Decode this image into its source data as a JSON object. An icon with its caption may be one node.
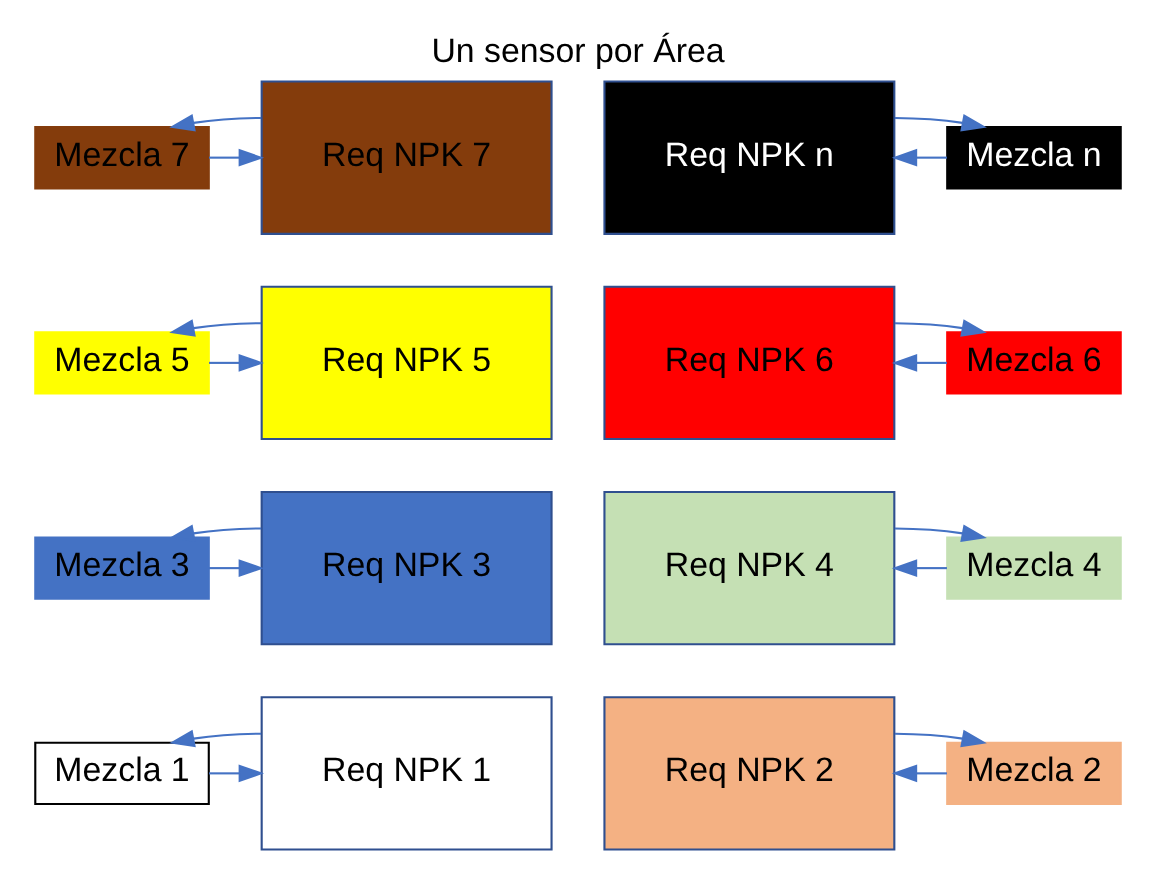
{
  "diagram": {
    "title": "Un sensor por Área",
    "nodes": [
      {
        "text": [
          "Mezcla 1"
        ]
      },
      {
        "text": [
          "Req NPK 1"
        ]
      },
      {
        "text": [
          "Req NPK 2"
        ]
      },
      {
        "text": [
          "Mezcla 2"
        ]
      },
      {
        "text": [
          "Mezcla 3"
        ]
      },
      {
        "text": [
          "Req NPK 3"
        ]
      },
      {
        "text": [
          "Req NPK 4"
        ]
      },
      {
        "text": [
          "Mezcla 4"
        ]
      },
      {
        "text": [
          "Mezcla 5"
        ]
      },
      {
        "text": [
          "Req NPK 5"
        ]
      },
      {
        "text": [
          "Req NPK 6"
        ]
      },
      {
        "text": [
          "Mezcla 6"
        ]
      },
      {
        "text": [
          "Mezcla 7"
        ]
      },
      {
        "text": [
          "Req NPK 7"
        ]
      },
      {
        "text": [
          "Req NPK n"
        ]
      },
      {
        "text": [
          "Mezcla n"
        ]
      }
    ],
    "edges": [
      {
        "from": 0,
        "to": 1,
        "arrow": "to"
      },
      {
        "from": 1,
        "to": 0,
        "arrow": "to"
      },
      {
        "from": 3,
        "to": 2,
        "arrow": "to"
      },
      {
        "from": 2,
        "to": 3,
        "arrow": "to"
      },
      {
        "from": 4,
        "to": 5,
        "arrow": "to"
      },
      {
        "from": 5,
        "to": 4,
        "arrow": "to"
      },
      {
        "from": 7,
        "to": 6,
        "arrow": "to"
      },
      {
        "from": 6,
        "to": 7,
        "arrow": "to"
      },
      {
        "from": 8,
        "to": 9,
        "arrow": "to"
      },
      {
        "from": 9,
        "to": 8,
        "arrow": "to"
      },
      {
        "from": 11,
        "to": 10,
        "arrow": "to"
      },
      {
        "from": 10,
        "to": 11,
        "arrow": "to"
      },
      {
        "from": 12,
        "to": 13,
        "arrow": "to"
      },
      {
        "from": 13,
        "to": 12,
        "arrow": "to"
      },
      {
        "from": 15,
        "to": 14,
        "arrow": "to"
      },
      {
        "from": 14,
        "to": 15,
        "arrow": "to"
      }
    ]
  }
}
